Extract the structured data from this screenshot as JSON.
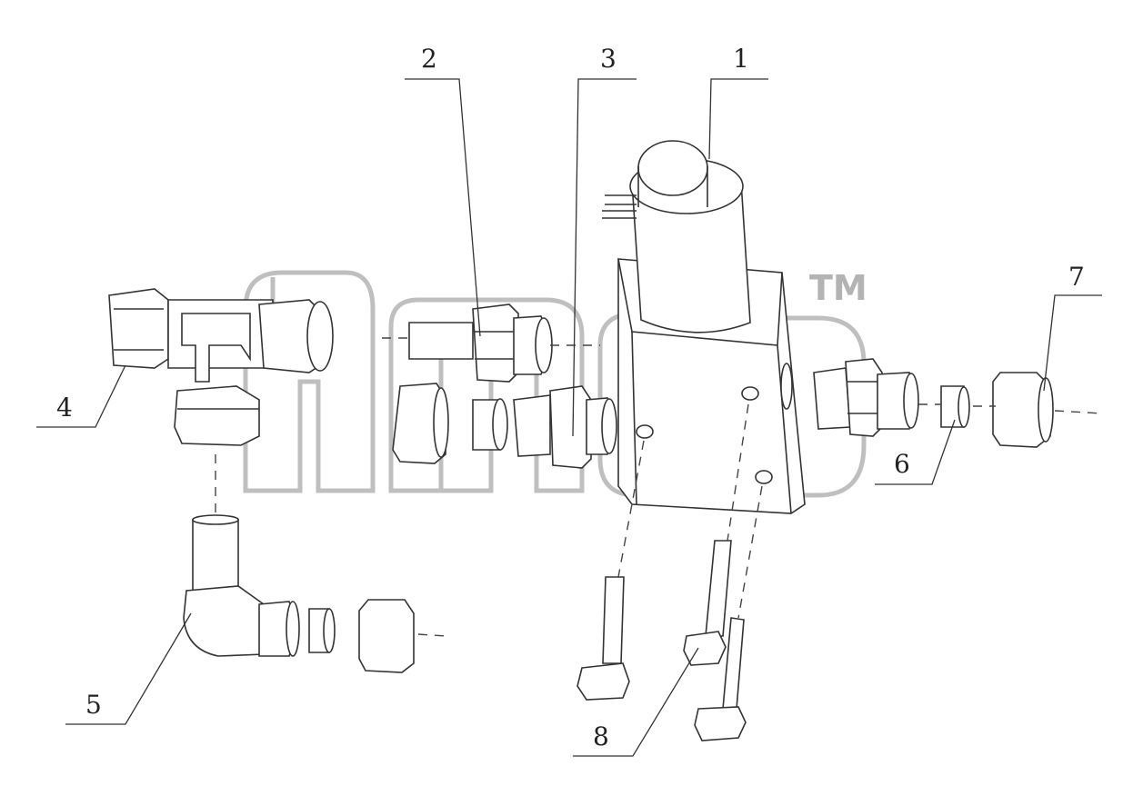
{
  "diagram": {
    "callouts": [
      "1",
      "2",
      "3",
      "4",
      "5",
      "6",
      "7",
      "8"
    ],
    "watermark_mark": "TM"
  }
}
